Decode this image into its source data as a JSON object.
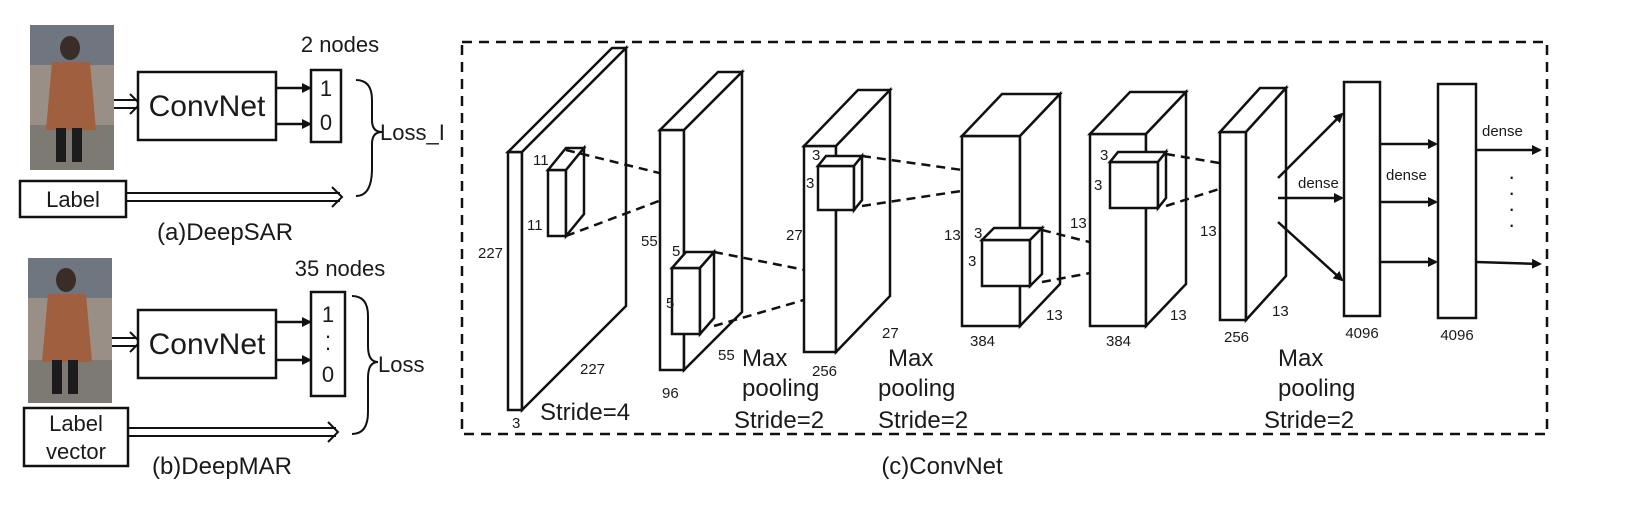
{
  "deepsar": {
    "net_label": "ConvNet",
    "nodes_label": "2 nodes",
    "out_top": "1",
    "out_bottom": "0",
    "loss_label": "Loss_I",
    "input_label": "Label",
    "caption": "(a)DeepSAR"
  },
  "deepmar": {
    "net_label": "ConvNet",
    "nodes_label": "35 nodes",
    "out_top": "1",
    "out_mid": "·",
    "out_mid2": "·",
    "out_bottom": "0",
    "loss_label": "Loss",
    "input_label_line1": "Label",
    "input_label_line2": "vector",
    "caption": "(b)DeepMAR"
  },
  "convnet": {
    "caption": "(c)ConvNet",
    "l1": {
      "h": "227",
      "w": "227",
      "d": "3",
      "k1": "11",
      "k2": "11",
      "stride": "Stride=4"
    },
    "l2": {
      "h": "55",
      "w": "55",
      "d": "96",
      "k1": "5",
      "k2": "5",
      "pool": "Max",
      "pool2": "pooling",
      "stride": "Stride=2"
    },
    "l3": {
      "h": "27",
      "w": "27",
      "d": "256",
      "k1": "3",
      "k2": "3",
      "pool": "Max",
      "pool2": "pooling",
      "stride": "Stride=2"
    },
    "l4": {
      "h": "13",
      "w": "13",
      "d": "384",
      "k1": "3",
      "k2": "3"
    },
    "l5": {
      "h": "13",
      "w": "13",
      "d": "384",
      "k1": "3",
      "k2": "3"
    },
    "l6": {
      "h": "13",
      "w": "13",
      "d": "256",
      "pool": "Max",
      "pool2": "pooling",
      "stride": "Stride=2"
    },
    "fc1": {
      "size": "4096",
      "dense": "dense"
    },
    "fc2": {
      "size": "4096",
      "dense": "dense"
    },
    "out": {
      "dense": "dense",
      "dots": "·"
    }
  }
}
